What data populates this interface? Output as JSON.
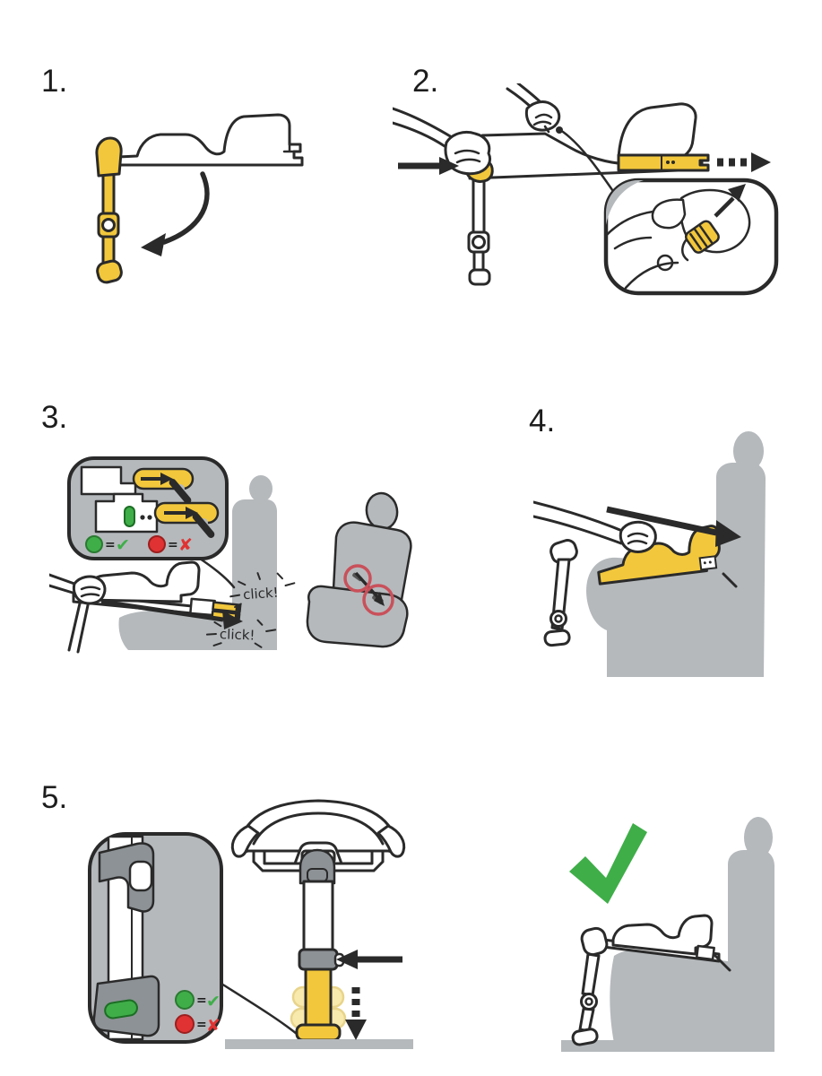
{
  "steps": [
    {
      "label": "1."
    },
    {
      "label": "2."
    },
    {
      "label": "3."
    },
    {
      "label": "4."
    },
    {
      "label": "5."
    }
  ],
  "step3": {
    "clicks": [
      "click!",
      "click!"
    ],
    "legend": {
      "equals": "=",
      "check": "✔",
      "cross": "✘"
    }
  },
  "step5": {
    "legend": {
      "equals": "=",
      "check": "✔",
      "cross": "✘"
    }
  },
  "icons": {
    "fold_arrow": "curved-arrow-down-left",
    "push_arrow": "arrow-right",
    "extend_arrow": "dashed-arrow-right",
    "press_arrow": "arrow-left",
    "lower_leg_arrow": "dashed-arrow-down",
    "ok_symbol": "✔",
    "fail_symbol": "✘",
    "result_symbol": "green-checkmark"
  },
  "colors": {
    "outline": "#2a2a2a",
    "yellow": "#f2c73b",
    "yellow_faded": "#f8e9ad",
    "gray": "#b5b9bc",
    "dark_gray": "#8d9296",
    "green": "#3fae49",
    "red": "#e03232",
    "red_circle": "#c9505a",
    "white": "#ffffff"
  }
}
